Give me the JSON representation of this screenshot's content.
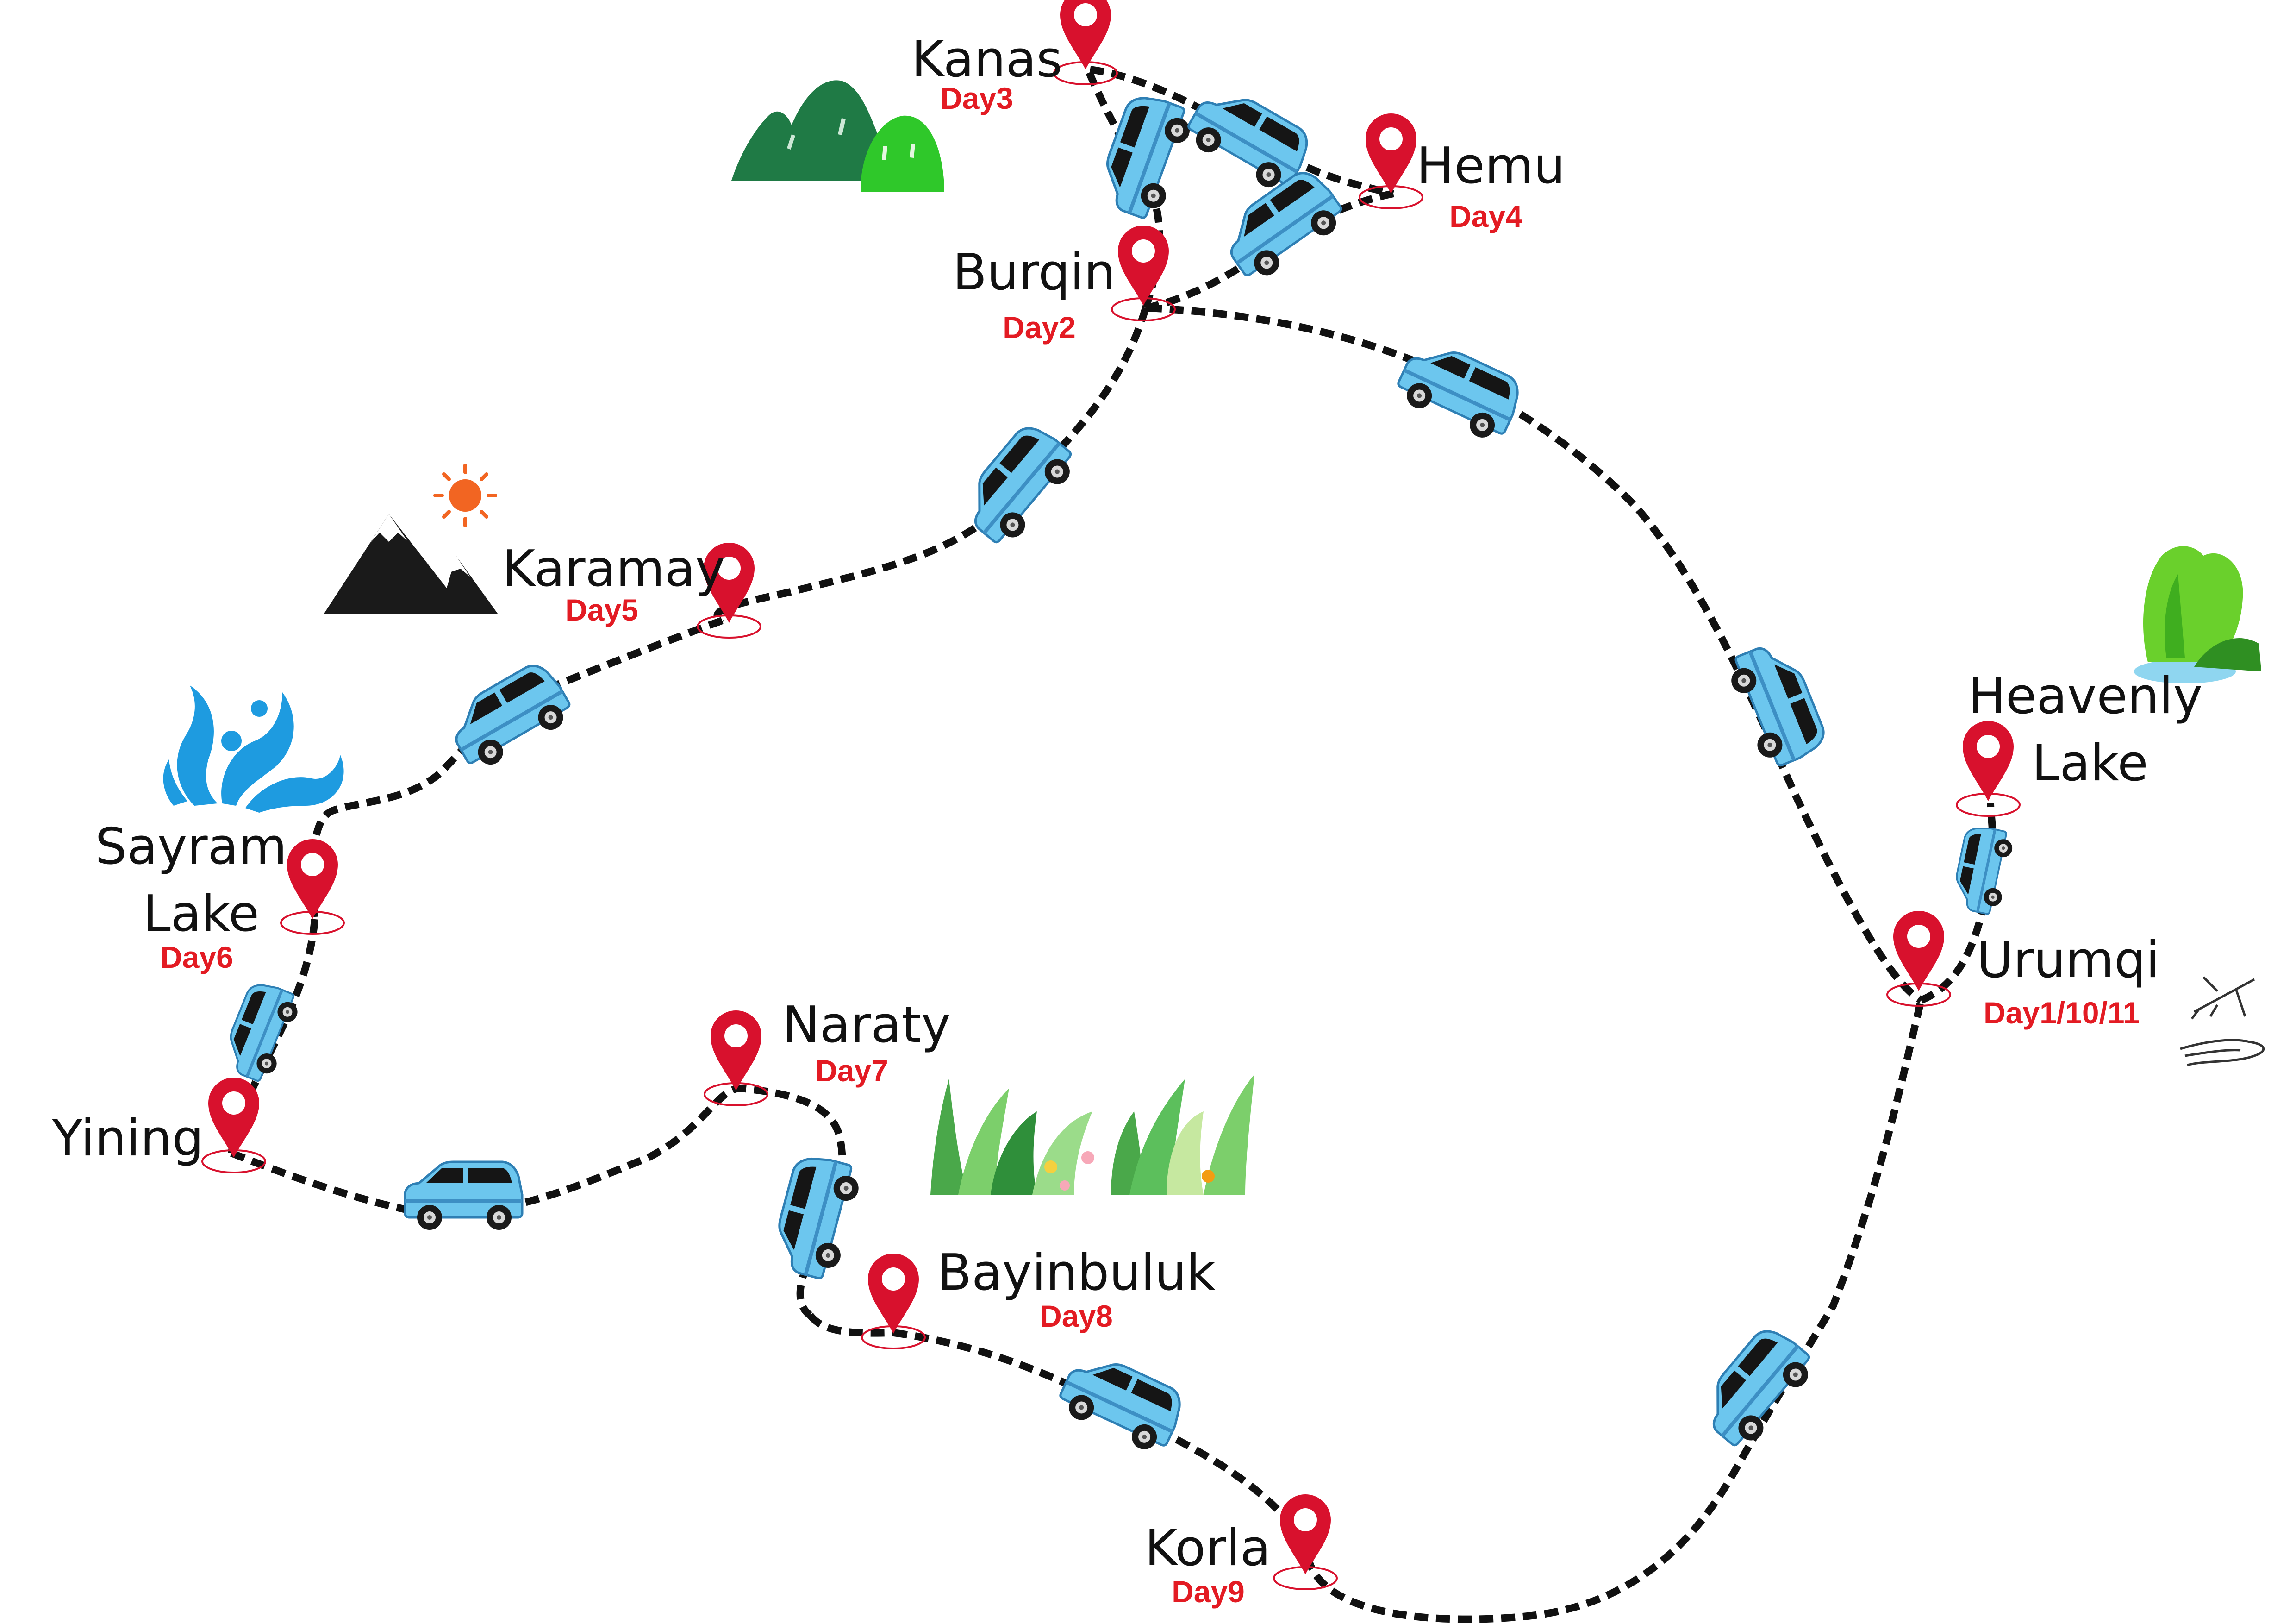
{
  "colors": {
    "pin": "#d8112d",
    "day_label": "#e31b23",
    "route": "#111111",
    "car_body": "#6cc6ee",
    "sun": "#f26522",
    "water_icon": "#1e9be0",
    "dark_mountain": "#1a1a1a",
    "green_hills": "#1f7a45"
  },
  "locations": [
    {
      "id": "kanas",
      "name_lines": [
        "Kanas"
      ],
      "day": "Day3"
    },
    {
      "id": "hemu",
      "name_lines": [
        "Hemu"
      ],
      "day": "Day4"
    },
    {
      "id": "burqin",
      "name_lines": [
        "Burqin"
      ],
      "day": "Day2"
    },
    {
      "id": "karamay",
      "name_lines": [
        "Karamay"
      ],
      "day": "Day5"
    },
    {
      "id": "sayram-lake",
      "name_lines": [
        "Sayram",
        "Lake"
      ],
      "day": "Day6"
    },
    {
      "id": "yining",
      "name_lines": [
        "Yining"
      ],
      "day": ""
    },
    {
      "id": "naraty",
      "name_lines": [
        "Naraty"
      ],
      "day": "Day7"
    },
    {
      "id": "bayinbuluk",
      "name_lines": [
        "Bayinbuluk"
      ],
      "day": "Day8"
    },
    {
      "id": "korla",
      "name_lines": [
        "Korla"
      ],
      "day": "Day9"
    },
    {
      "id": "urumqi",
      "name_lines": [
        "Urumqi"
      ],
      "day": "Day1/10/11"
    },
    {
      "id": "heavenly-lake",
      "name_lines": [
        "Heavenly",
        "Lake"
      ],
      "day": ""
    }
  ],
  "decorations": [
    "green-hills-icon",
    "sun-mountain-icon",
    "water-splash-icon",
    "waterfall-icon",
    "grass-flowers-icon",
    "airplane-hand-icon"
  ]
}
